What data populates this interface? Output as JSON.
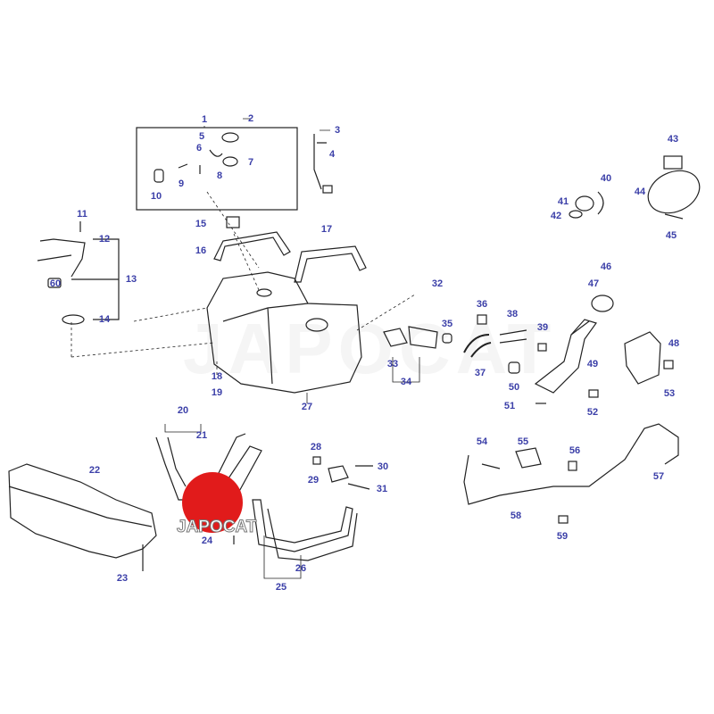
{
  "diagram": {
    "title": "Fuel tank and filler parts diagram",
    "watermark": "JAPOCAT",
    "logo_text": "JAPOCAT",
    "label_color": "#3b3fa8",
    "logo_color": "#e11b1b",
    "callouts": [
      "1",
      "2",
      "3",
      "4",
      "5",
      "6",
      "7",
      "8",
      "9",
      "10",
      "11",
      "12",
      "13",
      "14",
      "15",
      "16",
      "17",
      "18",
      "19",
      "20",
      "21",
      "22",
      "23",
      "24",
      "25",
      "26",
      "27",
      "28",
      "29",
      "30",
      "31",
      "32",
      "33",
      "34",
      "35",
      "36",
      "37",
      "38",
      "39",
      "40",
      "41",
      "42",
      "43",
      "44",
      "45",
      "46",
      "47",
      "48",
      "49",
      "50",
      "51",
      "52",
      "53",
      "54",
      "55",
      "56",
      "57",
      "58",
      "59",
      "60"
    ]
  }
}
